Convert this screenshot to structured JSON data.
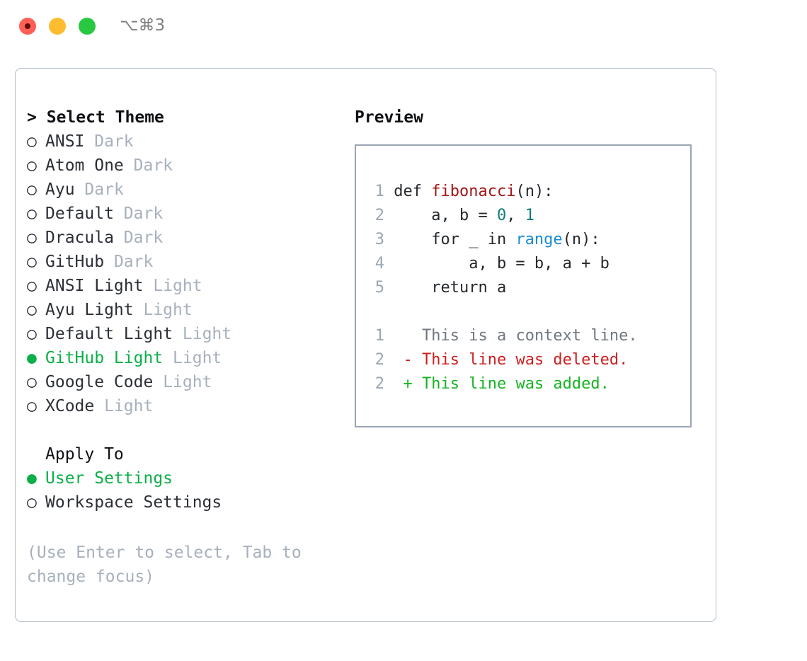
{
  "titlebar": {
    "shortcut": "⌥⌘3",
    "buttons": [
      "close",
      "minimize",
      "maximize"
    ]
  },
  "theme_picker": {
    "header_caret": ">",
    "header": "Select Theme",
    "marker_unselected": "○",
    "marker_selected": "●",
    "items": [
      {
        "marker": "○",
        "name": "ANSI",
        "variant": "Dark",
        "selected": false
      },
      {
        "marker": "○",
        "name": "Atom One",
        "variant": "Dark",
        "selected": false
      },
      {
        "marker": "○",
        "name": "Ayu",
        "variant": "Dark",
        "selected": false
      },
      {
        "marker": "○",
        "name": "Default",
        "variant": "Dark",
        "selected": false
      },
      {
        "marker": "○",
        "name": "Dracula",
        "variant": "Dark",
        "selected": false
      },
      {
        "marker": "○",
        "name": "GitHub",
        "variant": "Dark",
        "selected": false
      },
      {
        "marker": "○",
        "name": "ANSI Light",
        "variant": "Light",
        "selected": false
      },
      {
        "marker": "○",
        "name": "Ayu Light",
        "variant": "Light",
        "selected": false
      },
      {
        "marker": "○",
        "name": "Default Light",
        "variant": "Light",
        "selected": false
      },
      {
        "marker": "●",
        "name": "GitHub Light",
        "variant": "Light",
        "selected": true
      },
      {
        "marker": "○",
        "name": "Google Code",
        "variant": "Light",
        "selected": false
      },
      {
        "marker": "○",
        "name": "XCode",
        "variant": "Light",
        "selected": false
      }
    ]
  },
  "apply_to": {
    "header": "Apply To",
    "items": [
      {
        "marker": "●",
        "label": "User Settings",
        "selected": true
      },
      {
        "marker": "○",
        "label": "Workspace Settings",
        "selected": false
      }
    ]
  },
  "hint": "(Use Enter to select, Tab to change focus)",
  "preview": {
    "title": "Preview",
    "code": [
      {
        "ln": "1",
        "parts": [
          {
            "t": "def ",
            "c": "plain"
          },
          {
            "t": "fibonacci",
            "c": "fn"
          },
          {
            "t": "(n):",
            "c": "plain"
          }
        ]
      },
      {
        "ln": "2",
        "parts": [
          {
            "t": "    a, b = ",
            "c": "plain"
          },
          {
            "t": "0",
            "c": "num"
          },
          {
            "t": ", ",
            "c": "plain"
          },
          {
            "t": "1",
            "c": "num"
          }
        ]
      },
      {
        "ln": "3",
        "parts": [
          {
            "t": "    for _ in ",
            "c": "plain"
          },
          {
            "t": "range",
            "c": "call"
          },
          {
            "t": "(n):",
            "c": "plain"
          }
        ]
      },
      {
        "ln": "4",
        "parts": [
          {
            "t": "        a, b = b, a + b",
            "c": "plain"
          }
        ]
      },
      {
        "ln": "5",
        "parts": [
          {
            "t": "    return a",
            "c": "plain"
          }
        ]
      }
    ],
    "diff": [
      {
        "ln": "1",
        "sign": " ",
        "text": "This is a context line.",
        "kind": "ctx"
      },
      {
        "ln": "2",
        "sign": "-",
        "text": "This line was deleted.",
        "kind": "del"
      },
      {
        "ln": "2",
        "sign": "+",
        "text": "This line was added.",
        "kind": "add"
      }
    ]
  },
  "colors": {
    "selected_green": "#0aaf47",
    "muted": "#a7b0bd",
    "border": "#b3bdc9",
    "preview_border": "#9aa5b4",
    "fn_red": "#a31515",
    "num_teal": "#0e7c7b",
    "call_blue": "#1b8bd0",
    "diff_del": "#cc1f1f",
    "diff_add": "#16b322",
    "light_red": "#ff5f57",
    "light_yellow": "#febc2e",
    "light_green": "#28c840"
  }
}
